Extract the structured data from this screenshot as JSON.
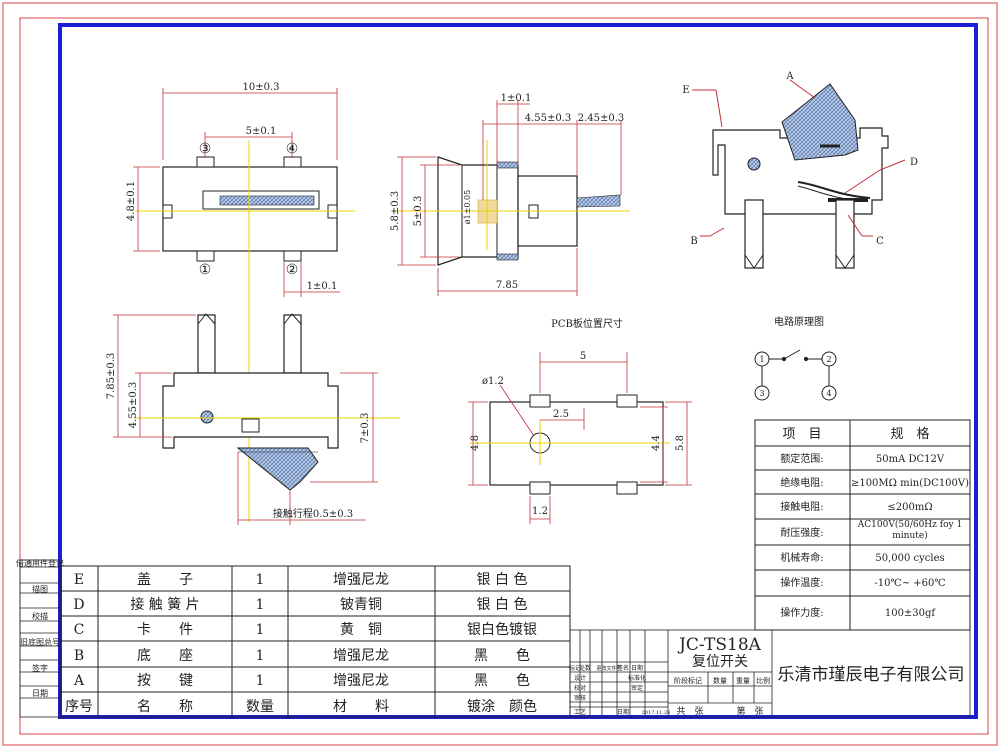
{
  "drawing": {
    "title_code": "JC-TS18A",
    "title_name": "复位开关",
    "company": "乐清市瑾辰电子有限公司",
    "sheet_total_label": "共　张",
    "sheet_num_label": "第　张",
    "date_value": "2017.11.24",
    "title_block_headers": [
      "阶段标记",
      "数量",
      "重量",
      "比例"
    ],
    "revision_labels": [
      "标记",
      "处数",
      "更改文件号",
      "签名",
      "日期"
    ],
    "approval_labels": [
      "设计",
      "标准化",
      "校对",
      "审定",
      "审核",
      "工艺",
      "日期"
    ]
  },
  "side_labels": [
    "借通用件登记",
    "描图",
    "校描",
    "旧底图总号",
    "签字",
    "日期"
  ],
  "dimensions": {
    "top_view": {
      "width_outer": "10±0.3",
      "pin_pitch": "5±0.1",
      "body_height": "4.8±0.1",
      "pin_width": "1±0.1",
      "pins": [
        "③",
        "④",
        "①",
        "②"
      ]
    },
    "side_view": {
      "top_thick": "1±0.1",
      "depth_body": "4.55±0.3",
      "protrusion": "2.45±0.3",
      "height_outer": "5.8±0.3",
      "height_inner": "5±0.3",
      "hole_dia": "ø1±0.05",
      "length": "7.85"
    },
    "front_view": {
      "total_height": "7.85±0.3",
      "body_height": "4.55±0.3",
      "right_height": "7±0.3",
      "travel": "接触行程0.5±0.3"
    },
    "pcb": {
      "title": "PCB板位置尺寸",
      "pad_pitch": "5",
      "hole_offset": "2.5",
      "hole_dia": "ø1.2",
      "height_left": "4.8",
      "height_right_inner": "4.4",
      "height_right_outer": "5.8",
      "pad_width": "1.2"
    },
    "exploded_labels": [
      "A",
      "B",
      "C",
      "D",
      "E"
    ]
  },
  "circuit": {
    "title": "电路原理图",
    "terminals": [
      "1",
      "2",
      "3",
      "4"
    ]
  },
  "specs": {
    "header": [
      "项　目",
      "规　格"
    ],
    "rows": [
      {
        "item": "额定范围:",
        "value": "50mA DC12V"
      },
      {
        "item": "绝缘电阻:",
        "value": "≥100MΩ min(DC100V)"
      },
      {
        "item": "接触电阻:",
        "value": "≤200mΩ"
      },
      {
        "item": "耐压强度:",
        "value": "AC100V(50/60Hz foy 1 minute)"
      },
      {
        "item": "机械寿命:",
        "value": "50,000 cycles"
      },
      {
        "item": "操作温度:",
        "value": "-10℃~ +60℃"
      },
      {
        "item": "操作力度:",
        "value": "100±30gf"
      }
    ]
  },
  "bom": {
    "header": {
      "idx": "序号",
      "name": "名　　称",
      "qty": "数量",
      "mat": "材　　料",
      "finish": "镀涂　颜色"
    },
    "rows": [
      {
        "idx": "E",
        "name": "盖　　子",
        "qty": "1",
        "mat": "增强尼龙",
        "finish": "银 白 色"
      },
      {
        "idx": "D",
        "name": "接 触  簧  片",
        "qty": "1",
        "mat": "铍青铜",
        "finish": "银 白 色"
      },
      {
        "idx": "C",
        "name": "卡　　件",
        "qty": "1",
        "mat": "黄　铜",
        "finish": "银白色镀银"
      },
      {
        "idx": "B",
        "name": "底　　座",
        "qty": "1",
        "mat": "增强尼龙",
        "finish": "黑　　色"
      },
      {
        "idx": "A",
        "name": "按　　键",
        "qty": "1",
        "mat": "增强尼龙",
        "finish": "黑　　色"
      }
    ]
  },
  "colors": {
    "frame": "#1a1fd6",
    "outer_border": "#d9464a",
    "center_line": "#e8d400",
    "dim_line": "#c0303a",
    "hatch": "#6f93c9"
  }
}
